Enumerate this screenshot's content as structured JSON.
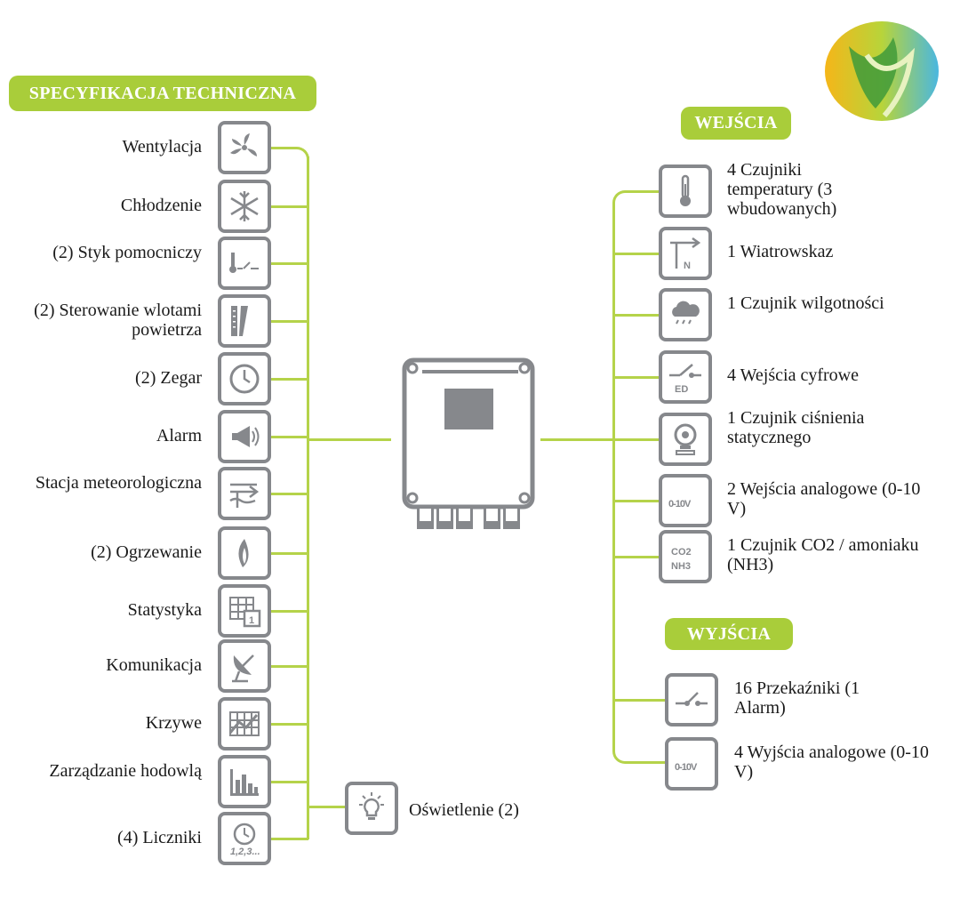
{
  "header": {
    "title": "SPECYFIKACJA TECHNICZNA"
  },
  "left_items": [
    {
      "label": "Wentylacja",
      "icon": "fan-icon"
    },
    {
      "label": "Chłodzenie",
      "icon": "snowflake-icon"
    },
    {
      "label": "(2) Styk pomocniczy",
      "icon": "thermo-switch-icon"
    },
    {
      "label": "(2) Sterowanie wlotami powietrza",
      "icon": "air-inlet-icon"
    },
    {
      "label": "(2) Zegar",
      "icon": "clock-icon"
    },
    {
      "label": "Alarm",
      "icon": "megaphone-icon"
    },
    {
      "label": "Stacja meteorologiczna",
      "icon": "weather-station-icon"
    },
    {
      "label": "(2) Ogrzewanie",
      "icon": "flame-icon"
    },
    {
      "label": "Statystyka",
      "icon": "statistics-icon"
    },
    {
      "label": "Komunikacja",
      "icon": "satellite-dish-icon"
    },
    {
      "label": "Krzywe",
      "icon": "curves-grid-icon"
    },
    {
      "label": "Zarządzanie hodowlą",
      "icon": "bar-chart-icon"
    },
    {
      "label": "(4) Liczniki",
      "icon": "counter-clock-icon"
    }
  ],
  "lighting": {
    "label": "Oświetlenie (2)",
    "icon": "lightbulb-icon"
  },
  "inputs": {
    "title": "WEJŚCIA",
    "items": [
      {
        "label": "4 Czujniki temperatury (3 wbudowanych)",
        "icon": "thermometer-icon"
      },
      {
        "label": "1 Wiatrowskaz",
        "icon": "wind-vane-icon"
      },
      {
        "label": "1 Czujnik wilgotności",
        "icon": "rain-cloud-icon"
      },
      {
        "label": "4 Wejścia cyfrowe",
        "icon": "digital-input-icon",
        "icon_text": "ED"
      },
      {
        "label": "1 Czujnik ciśnienia statycznego",
        "icon": "pressure-gauge-icon"
      },
      {
        "label": "2 Wejścia analogowe (0-10 V)",
        "icon": "analog-input-icon",
        "icon_text": "0-10V"
      },
      {
        "label": "1 Czujnik CO2 / amoniaku (NH3)",
        "icon": "co2-nh3-icon",
        "icon_text": "CO2 NH3"
      }
    ]
  },
  "outputs": {
    "title": "WYJŚCIA",
    "items": [
      {
        "label": "16 Przekaźniki (1 Alarm)",
        "icon": "relay-switch-icon"
      },
      {
        "label": "4 Wyjścia analogowe (0-10 V)",
        "icon": "analog-output-icon",
        "icon_text": "0-10V"
      }
    ]
  },
  "colors": {
    "accent": "#a9cd3a",
    "icon_gray": "#86888c"
  }
}
